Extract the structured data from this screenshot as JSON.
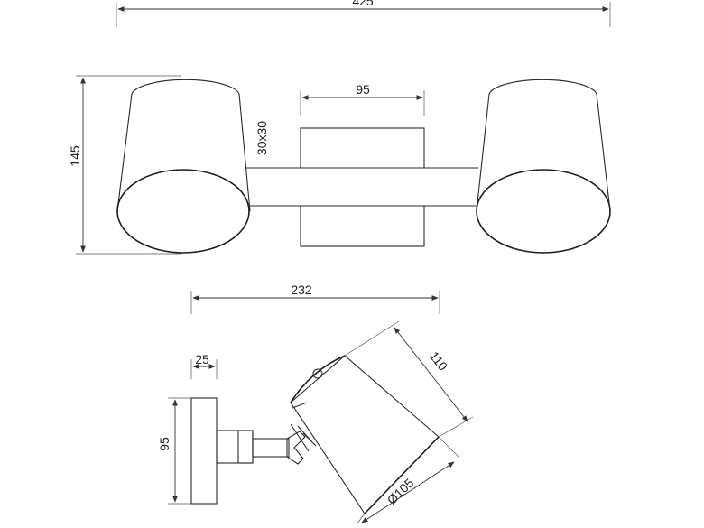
{
  "dimensions": {
    "total_width": "425",
    "height": "145",
    "arm_section": "30x30",
    "plate_width": "95",
    "projection": "232",
    "plate_depth": "25",
    "side_plate_height": "95",
    "shade_length": "110",
    "shade_diameter": "Ø105"
  }
}
